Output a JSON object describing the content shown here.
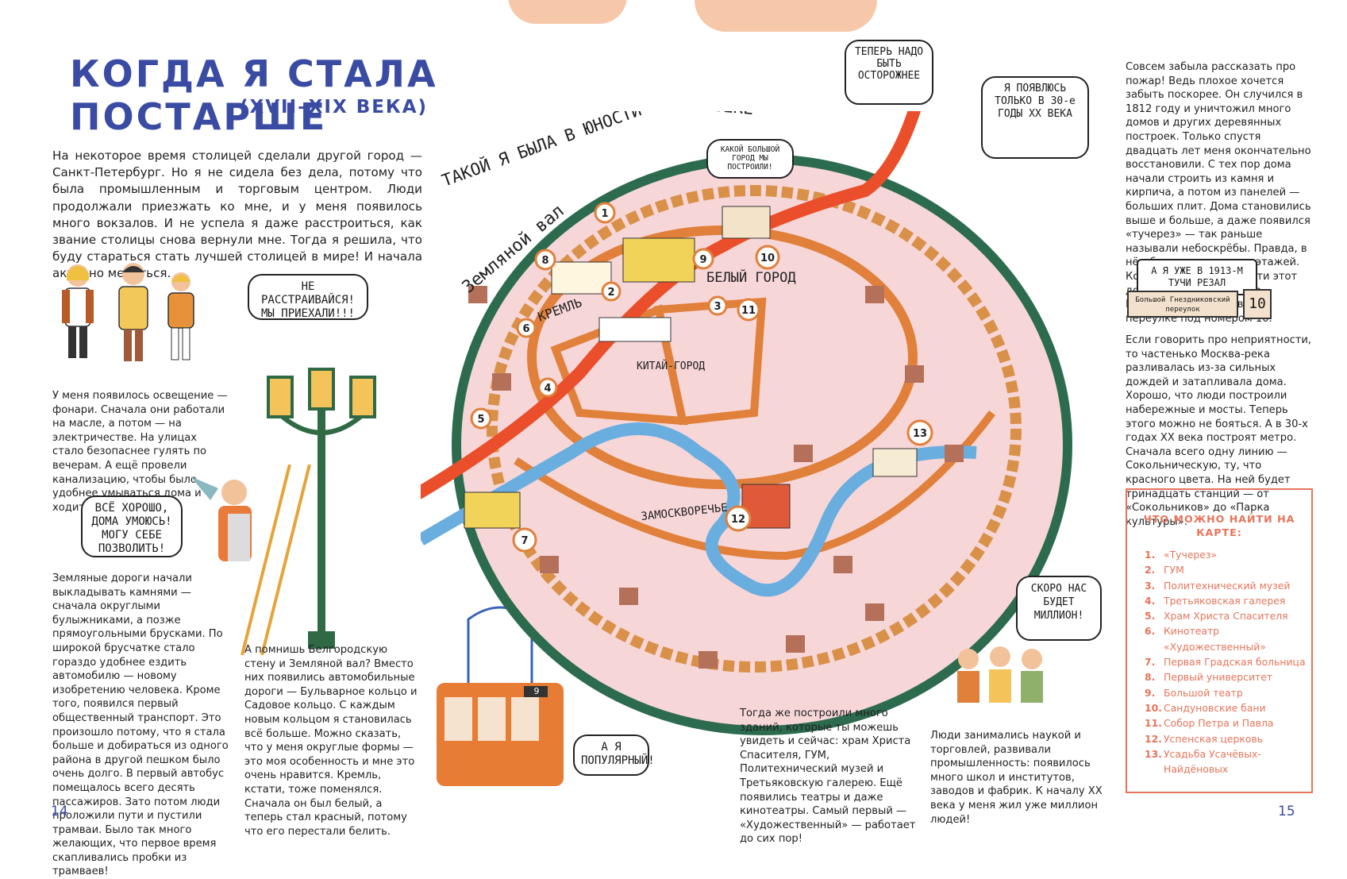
{
  "left_page": {
    "title": "КОГДА Я СТАЛА ПОСТАРШЕ",
    "subtitle": "(XVII–XIX ВЕКА)",
    "intro": "На некоторое время столицей сделали другой город — Санкт-Петербург. Но я не сидела без дела, потому что была промышленным и торговым центром. Люди продолжали приезжать ко мне, и у меня появилось много вокзалов. И не успела я даже расстроиться, как звание столицы снова вернули мне. Тогда я решила, что буду стараться стать лучшей столицей в мире! И начала активно меняться.",
    "bubble_visitors": "НЕ РАССТРАИВАЙСЯ! МЫ ПРИЕХАЛИ!!!",
    "lighting_text": "У меня появилось освещение — фонари. Сначала они работали на масле, а потом — на электричестве. На улицах стало безопаснее гулять по вечерам. А ещё провели канализацию, чтобы было удобнее умываться дома и ходить в туалет.",
    "bubble_wash": "ВСЁ ХОРОШО, ДОМА УМОЮСЬ! МОГУ СЕБЕ ПОЗВОЛИТЬ!",
    "roads_text": "Земляные дороги начали выкладывать камнями — сначала округлыми булыжниками, а позже прямоугольными брусками. По широкой брусчатке стало гораздо удобнее ездить автомобилю — новому изобретению человека. Кроме того, появился первый общественный транспорт. Это произошло потому, что я стала больше и добираться из одного района в другой пешком было очень долго. В первый автобус помещалось всего десять пассажиров. Зато потом люди проложили пути и пустили трамваи. Было так много желающих, что первое время скапливались пробки из трамваев!",
    "walls_text": "А помнишь Белгородскую стену и Земляной вал? Вместо них появились автомобильные дороги — Бульварное кольцо и Садовое кольцо. С каждым новым кольцом я становилась всё больше. Можно сказать, что у меня округлые формы — это моя особенность и мне это очень нравится. Кремль, кстати, тоже поменялся. Сначала он был белый, а теперь стал красный, потому что его перестали белить.",
    "bubble_tram": "А Я ПОПУЛЯРНЫЙ!",
    "tram_number": "9",
    "page_number": "14"
  },
  "map": {
    "label_youth": "ТАКОЙ Я БЫЛА В ЮНОСТИ",
    "label_century": "В XVII ВЕКЕ",
    "label_zemlyanoy": "Земляной вал",
    "label_kremlin": "КРЕМЛЬ",
    "label_bely": "БЕЛЫЙ ГОРОД",
    "label_kitay": "КИТАЙ-ГОРОД",
    "label_zamoskvorechye": "ЗАМОСКВОРЕЧЬЕ",
    "bubble_builder": "КАКОЙ БОЛЬШОЙ ГОРОД МЫ ПОСТРОИЛИ!",
    "bubble_careful": "ТЕПЕРЬ НАДО БЫТЬ ОСТОРОЖНЕЕ",
    "bubble_metro": "Я ПОЯВЛЮСЬ ТОЛЬКО В 30-е ГОДЫ XX ВЕКА",
    "bubble_million": "СКОРО НАС БУДЕТ МИЛЛИОН!"
  },
  "right_page": {
    "fire_text": "Совсем забыла рассказать про пожар! Ведь плохое хочется забыть поскорее. Он случился в 1812 году и уничтожил много домов и других деревянных построек. Только спустя двадцать лет меня окончательно восстановили. С тех пор дома начали строить из камня и кирпича, а потом из панелей — больших плит. Дома становились выше и больше, а даже появился «тучерез» — так раньше называли небоскрёбы. Правда, в нём было всего девять этажей. Кстати, ты можешь найти этот дом и сейчас: он стоит в Большом Гнездниковском переулке под номером 10.",
    "sign_bubble": "А Я УЖЕ В 1913-М ТУЧИ РЕЗАЛ",
    "street_sign": "Большой Гнездниковский переулок",
    "house_number": "10",
    "flood_text": "Если говорить про неприятности, то частенько Москва-река разливалась из-за сильных дождей и затапливала дома. Хорошо, что люди построили набережные и мосты. Теперь этого можно не бояться. А в 30-х годах XX века построят метро. Сначала всего одну линию — Сокольническую, ту, что красного цвета. На ней будет тринадцать станций — от «Сокольников» до «Парка культуры».",
    "buildings_text": "Тогда же построили много зданий, которые ты можешь увидеть и сейчас: храм Христа Спасителя, ГУМ, Политехнический музей и Третьяковскую галерею. Ещё появились театры и даже кинотеатры. Самый первый — «Художественный» — работает до сих пор!",
    "science_text": "Люди занимались наукой и торговлей, развивали промышленность: появилось много школ и институтов, заводов и фабрик. К началу XX века у меня жил уже миллион людей!",
    "legend_title": "ЧТО МОЖНО НАЙТИ НА КАРТЕ:",
    "legend": [
      {
        "num": "1.",
        "label": "«Тучерез»"
      },
      {
        "num": "2.",
        "label": "ГУМ"
      },
      {
        "num": "3.",
        "label": "Политехнический музей"
      },
      {
        "num": "4.",
        "label": "Третьяковская галерея"
      },
      {
        "num": "5.",
        "label": "Храм Христа Спасителя"
      },
      {
        "num": "6.",
        "label": "Кинотеатр «Художественный»"
      },
      {
        "num": "7.",
        "label": "Первая Градская больница"
      },
      {
        "num": "8.",
        "label": "Первый университет"
      },
      {
        "num": "9.",
        "label": "Большой театр"
      },
      {
        "num": "10.",
        "label": "Сандуновские бани"
      },
      {
        "num": "11.",
        "label": "Собор Петра и Павла"
      },
      {
        "num": "12.",
        "label": "Успенская церковь"
      },
      {
        "num": "13.",
        "label": "Усадьба Усачёвых-Найдёновых"
      }
    ],
    "page_number": "15"
  },
  "colors": {
    "title_blue": "#3a4ba3",
    "legend_coral": "#e6745a",
    "map_pink": "#f7d6d8",
    "ring_green": "#2d6b4f",
    "wall_orange": "#e0803a",
    "river_blue": "#6aaee0",
    "metro_red": "#ea4e2a"
  },
  "map_markers": [
    "1",
    "2",
    "3",
    "4",
    "5",
    "6",
    "7",
    "8",
    "9",
    "10",
    "11",
    "12",
    "13"
  ]
}
